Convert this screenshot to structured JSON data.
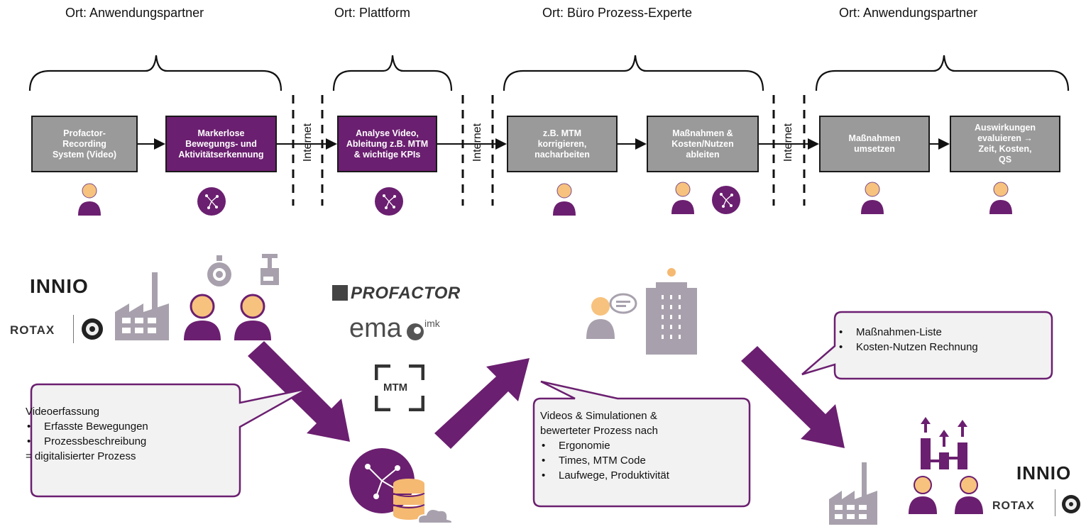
{
  "sections": [
    {
      "title": "Ort: Anwendungspartner"
    },
    {
      "title": "Ort: Plattform"
    },
    {
      "title": "Ort: Büro Prozess-Experte"
    },
    {
      "title": "Ort: Anwendungspartner"
    }
  ],
  "steps": [
    {
      "label": "Profactor-\nRecording\nSystem (Video)"
    },
    {
      "label": "Markerlose\nBewegungs- und\nAktivitätserkennung"
    },
    {
      "label": "Analyse Video,\nAbleitung z.B. MTM\n& wichtige KPIs"
    },
    {
      "label": "z.B. MTM\nkorrigieren,\nnacharbeiten"
    },
    {
      "label": "Maßnahmen &\nKosten/Nutzen\nableiten"
    },
    {
      "label": "Maßnahmen\numsetzen"
    },
    {
      "label": "Auswirkungen\nevaluieren →\nZeit, Kosten,\nQS"
    }
  ],
  "internet_label": "Internet",
  "logos": {
    "innio": "INNIO",
    "rotax": "ROTAX",
    "profactor": "PROFACTOR",
    "ema": "ema",
    "imk": "imk",
    "mtm": "MTM"
  },
  "callouts": {
    "video": {
      "heading": "Videoerfassung",
      "items": [
        "Erfasste Bewegungen",
        "Prozessbeschreibung"
      ],
      "footer": "= digitalisierter Prozess"
    },
    "analysis": {
      "heading": "Videos & Simulationen &",
      "heading2": "bewerteter Prozess nach",
      "items": [
        "Ergonomie",
        "Times, MTM Code",
        "Laufwege, Produktivität"
      ]
    },
    "measures": {
      "items": [
        "Maßnahmen-Liste",
        "Kosten-Nutzen Rechnung"
      ]
    }
  },
  "colors": {
    "purple": "#6b1f70",
    "grey_box": "#9a9a9a",
    "icon_grey": "#a8a1ad",
    "callout_bg": "#f2f2f2"
  }
}
